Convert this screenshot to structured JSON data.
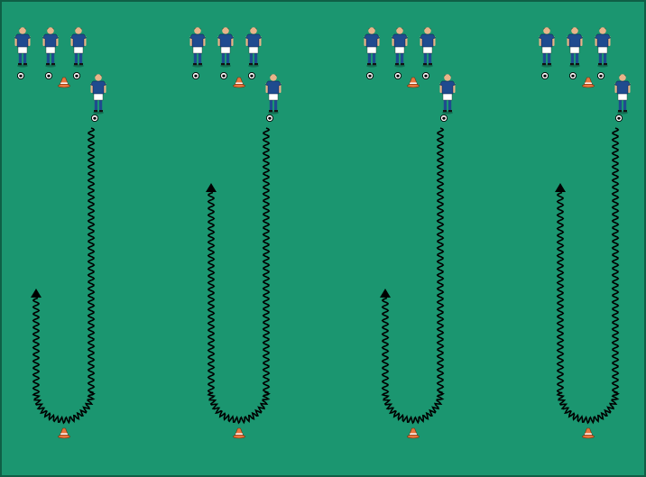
{
  "diagram": {
    "type": "dribbling-drill",
    "stations": [
      {
        "id": "station-1",
        "return_depth": "short"
      },
      {
        "id": "station-2",
        "return_depth": "long"
      },
      {
        "id": "station-3",
        "return_depth": "short"
      },
      {
        "id": "station-4",
        "return_depth": "long"
      }
    ],
    "waiting_players_per_station": 3,
    "active_players_per_station": 1,
    "cones_per_station": 2
  },
  "colors": {
    "pitch": "#1b9670",
    "pitch_border": "#0f5f46",
    "shirt": "#1f4b8f",
    "shorts": "#ffffff",
    "socks": "#1f4b8f",
    "skin": "#e9b48a",
    "hair": "#3a2414",
    "cone": "#e8763e",
    "cone_stripe": "#ffffff",
    "dribble_line": "#000000",
    "ball": "#ffffff"
  },
  "icons": {
    "player": "player-icon",
    "cone": "cone-icon",
    "ball": "ball-icon",
    "arrow": "arrowhead-icon"
  }
}
